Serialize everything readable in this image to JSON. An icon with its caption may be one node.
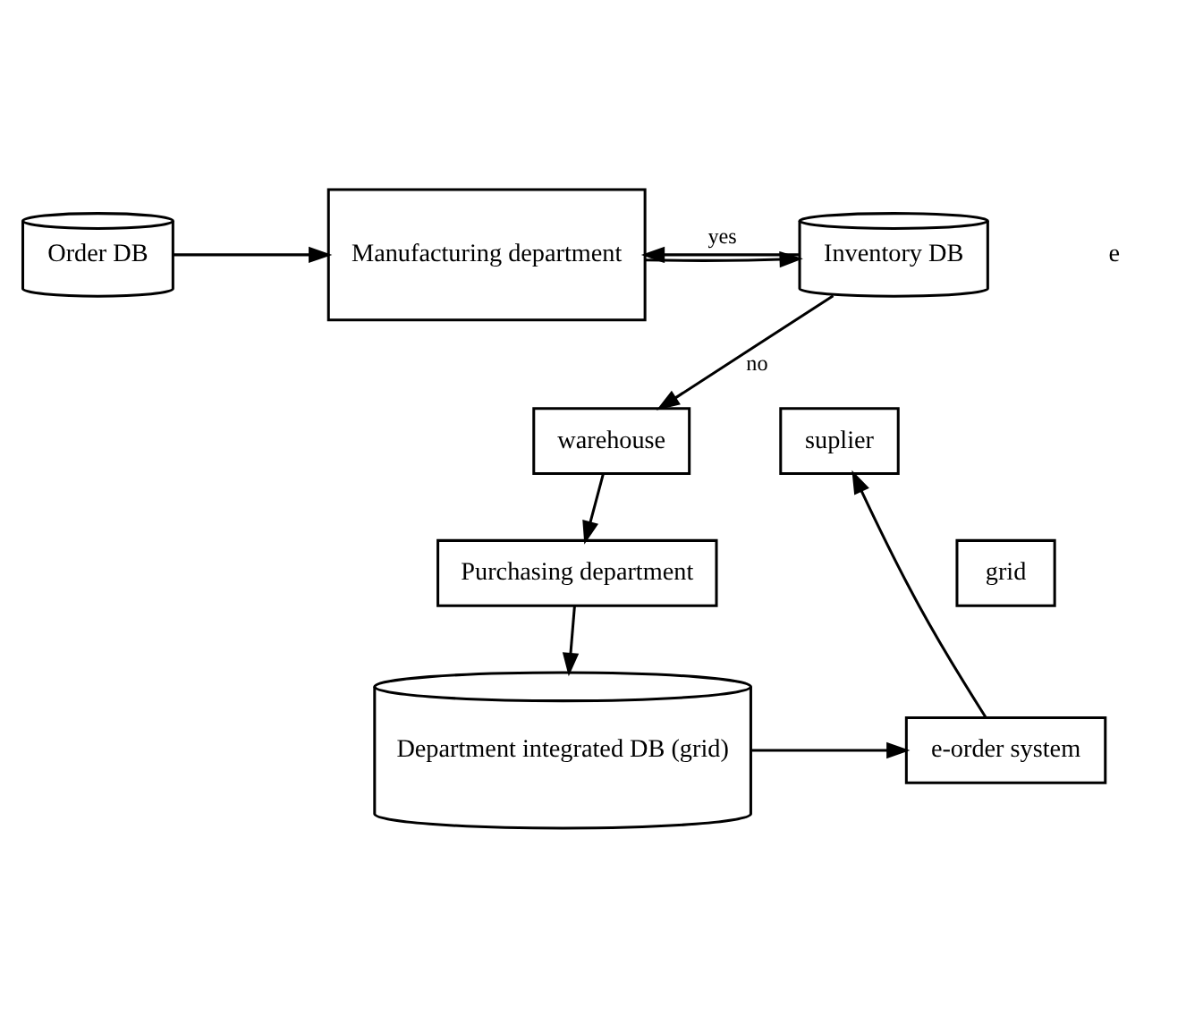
{
  "diagram": {
    "nodes": [
      {
        "text": [
          "Order DB"
        ]
      },
      {
        "text": [
          "Manufacturing department"
        ]
      },
      {
        "text": [
          "Inventory DB"
        ]
      },
      {
        "text": [
          "warehouse"
        ]
      },
      {
        "text": [
          "Purchasing department"
        ]
      },
      {
        "text": [
          "Department integrated DB (grid)"
        ]
      },
      {
        "text": [
          "e-order system"
        ]
      },
      {
        "text": [
          "suplier"
        ]
      },
      {
        "text": [
          "grid"
        ]
      }
    ],
    "edges": [
      {
        "from": 0,
        "to": 1,
        "arrow": "to"
      },
      {
        "from": 1,
        "to": 2,
        "arrow": "to"
      },
      {
        "from": 2,
        "to": 1,
        "arrow": "to",
        "label": "yes"
      },
      {
        "from": 2,
        "to": 3,
        "arrow": "to",
        "label": "no"
      },
      {
        "from": 3,
        "to": 4,
        "arrow": "to"
      },
      {
        "from": 4,
        "to": 5,
        "arrow": "to"
      },
      {
        "from": 5,
        "to": 6,
        "arrow": "to"
      },
      {
        "from": 6,
        "to": 7,
        "arrow": "to"
      }
    ],
    "labels": [
      "e"
    ]
  }
}
